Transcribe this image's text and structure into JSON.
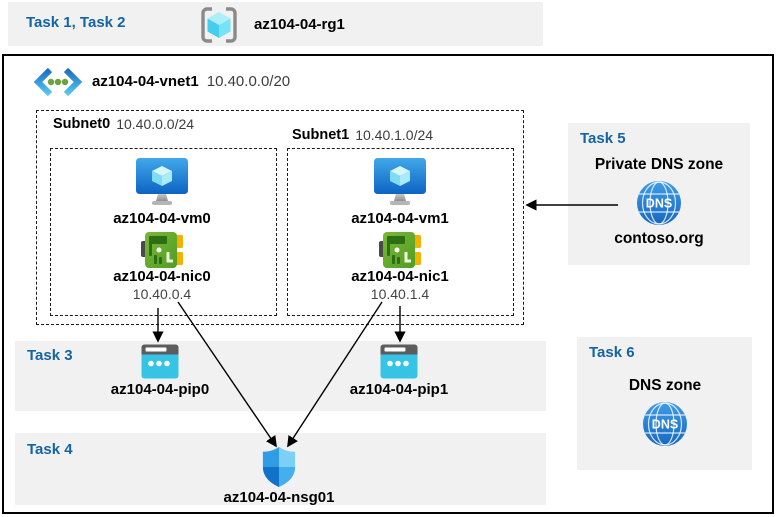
{
  "banner": {
    "task_label": "Task 1, Task 2",
    "resource_group": "az104-04-rg1"
  },
  "vnet": {
    "name": "az104-04-vnet1",
    "cidr": "10.40.0.0/20"
  },
  "subnets": [
    {
      "name": "Subnet0",
      "cidr": "10.40.0.0/24",
      "vm": "az104-04-vm0",
      "nic": "az104-04-nic0",
      "ip": "10.40.0.4"
    },
    {
      "name": "Subnet1",
      "cidr": "10.40.1.0/24",
      "vm": "az104-04-vm1",
      "nic": "az104-04-nic1",
      "ip": "10.40.1.4"
    }
  ],
  "task3": {
    "label": "Task 3",
    "pip0": "az104-04-pip0",
    "pip1": "az104-04-pip1"
  },
  "task4": {
    "label": "Task 4",
    "nsg": "az104-04-nsg01"
  },
  "task5": {
    "label": "Task 5",
    "title": "Private DNS zone",
    "zone": "contoso.org",
    "icon_text": "DNS"
  },
  "task6": {
    "label": "Task 6",
    "title": "DNS zone",
    "icon_text": "DNS"
  },
  "colors": {
    "task_label_blue": "#1464a5",
    "band_gray": "#f1f1f1",
    "vm_blue": "#0d63c2",
    "nic_green": "#5aa62e",
    "pip_cyan": "#35c4e6",
    "dns_blue": "#1f78d1",
    "nsg_blue": "#2f9ce4",
    "arrow_black": "#000000"
  }
}
